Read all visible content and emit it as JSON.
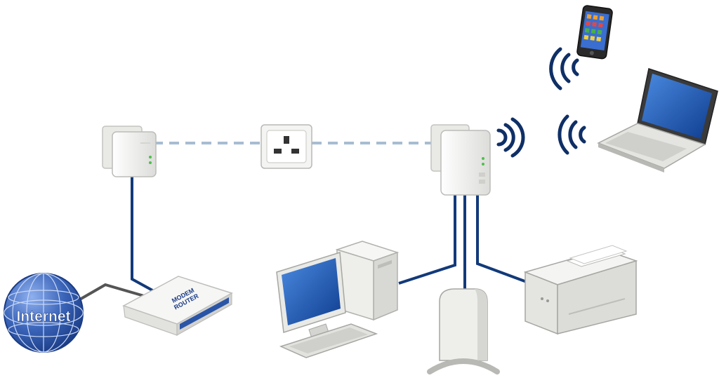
{
  "diagram": {
    "globe_label": "Internet",
    "router_label_line1": "MODEM",
    "router_label_line2": "ROUTER"
  },
  "colors": {
    "cable": "#123a7a",
    "powerline": "#9fb3c8",
    "screen": "#1a56b0",
    "device_body": "#f3f3f1",
    "device_edge": "#c8c8c6",
    "globe": "#3a64b8"
  },
  "icons": [
    "globe-icon",
    "router-icon",
    "powerline-adapter-icon",
    "wall-socket-icon",
    "wifi-powerline-adapter-icon",
    "wifi-signal-icon",
    "smartphone-icon",
    "laptop-icon",
    "desktop-pc-icon",
    "media-box-icon",
    "printer-icon"
  ]
}
